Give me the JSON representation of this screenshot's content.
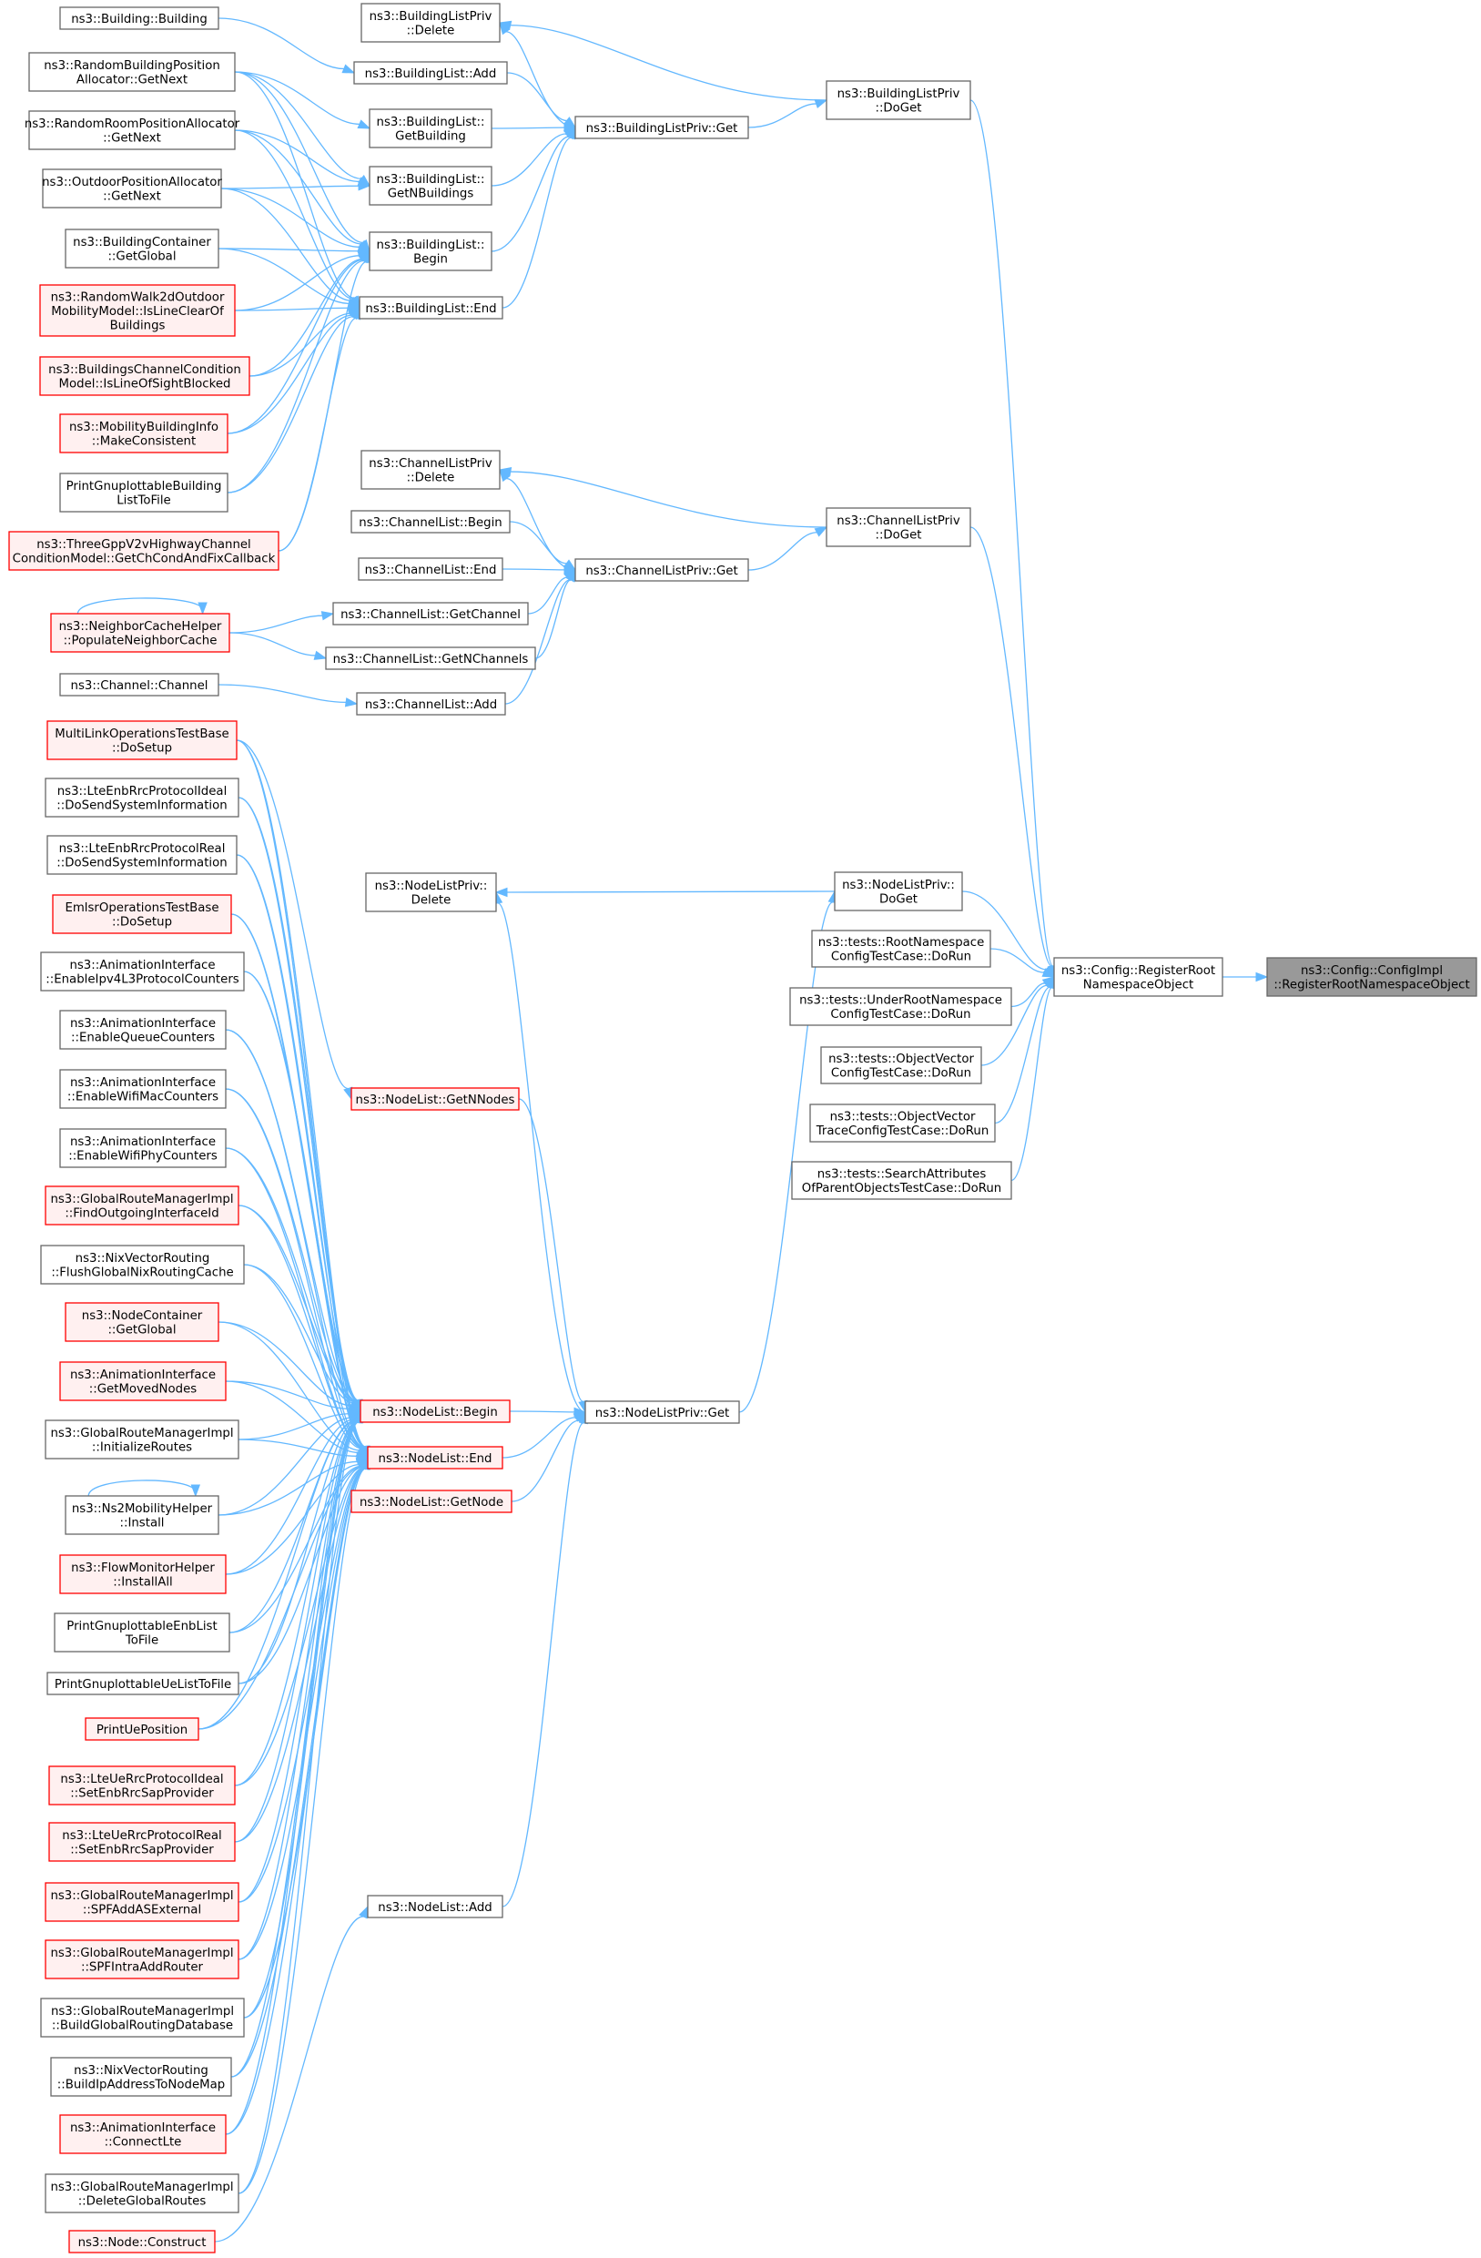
{
  "colors": {
    "edge": "#63b8ff",
    "default_fill": "#ffffff",
    "default_stroke": "#666666",
    "truncated_fill": "#fff0f0",
    "truncated_stroke": "#ff0000",
    "root_fill": "#999999",
    "root_stroke": "#666666"
  },
  "nodes": [
    {
      "id": "cfgimpl",
      "lines": [
        "ns3::Config::ConfigImpl",
        "::RegisterRootNamespaceObject"
      ],
      "style": "root"
    },
    {
      "id": "regroot",
      "lines": [
        "ns3::Config::RegisterRoot",
        "NamespaceObject"
      ],
      "style": "default"
    },
    {
      "id": "blpdoget",
      "lines": [
        "ns3::BuildingListPriv",
        "::DoGet"
      ],
      "style": "default"
    },
    {
      "id": "clpdoget",
      "lines": [
        "ns3::ChannelListPriv",
        "::DoGet"
      ],
      "style": "default"
    },
    {
      "id": "nlpdoget",
      "lines": [
        "ns3::NodeListPriv::",
        "DoGet"
      ],
      "style": "default"
    },
    {
      "id": "t1",
      "lines": [
        "ns3::tests::RootNamespace",
        "ConfigTestCase::DoRun"
      ],
      "style": "default"
    },
    {
      "id": "t2",
      "lines": [
        "ns3::tests::UnderRootNamespace",
        "ConfigTestCase::DoRun"
      ],
      "style": "default"
    },
    {
      "id": "t3",
      "lines": [
        "ns3::tests::ObjectVector",
        "ConfigTestCase::DoRun"
      ],
      "style": "default"
    },
    {
      "id": "t4",
      "lines": [
        "ns3::tests::ObjectVector",
        "TraceConfigTestCase::DoRun"
      ],
      "style": "default"
    },
    {
      "id": "t5",
      "lines": [
        "ns3::tests::SearchAttributes",
        "OfParentObjectsTestCase::DoRun"
      ],
      "style": "default"
    },
    {
      "id": "blpdelete",
      "lines": [
        "ns3::BuildingListPriv",
        "::Delete"
      ],
      "style": "default"
    },
    {
      "id": "blpget",
      "lines": [
        "ns3::BuildingListPriv::Get"
      ],
      "style": "default"
    },
    {
      "id": "bladd",
      "lines": [
        "ns3::BuildingList::Add"
      ],
      "style": "default"
    },
    {
      "id": "blgetbuilding",
      "lines": [
        "ns3::BuildingList::",
        "GetBuilding"
      ],
      "style": "default"
    },
    {
      "id": "blgetn",
      "lines": [
        "ns3::BuildingList::",
        "GetNBuildings"
      ],
      "style": "default"
    },
    {
      "id": "blbegin",
      "lines": [
        "ns3::BuildingList::",
        "Begin"
      ],
      "style": "default"
    },
    {
      "id": "blend",
      "lines": [
        "ns3::BuildingList::End"
      ],
      "style": "default"
    },
    {
      "id": "building",
      "lines": [
        "ns3::Building::Building"
      ],
      "style": "default"
    },
    {
      "id": "rbpa",
      "lines": [
        "ns3::RandomBuildingPosition",
        "Allocator::GetNext"
      ],
      "style": "default"
    },
    {
      "id": "rrpa",
      "lines": [
        "ns3::RandomRoomPositionAllocator",
        "::GetNext"
      ],
      "style": "default"
    },
    {
      "id": "opa",
      "lines": [
        "ns3::OutdoorPositionAllocator",
        "::GetNext"
      ],
      "style": "default"
    },
    {
      "id": "bcgg",
      "lines": [
        "ns3::BuildingContainer",
        "::GetGlobal"
      ],
      "style": "default"
    },
    {
      "id": "rw2d",
      "lines": [
        "ns3::RandomWalk2dOutdoor",
        "MobilityModel::IsLineClearOf",
        "Buildings"
      ],
      "style": "truncated"
    },
    {
      "id": "bccm",
      "lines": [
        "ns3::BuildingsChannelCondition",
        "Model::IsLineOfSightBlocked"
      ],
      "style": "truncated"
    },
    {
      "id": "mbi",
      "lines": [
        "ns3::MobilityBuildingInfo",
        "::MakeConsistent"
      ],
      "style": "truncated"
    },
    {
      "id": "pgbl",
      "lines": [
        "PrintGnuplottableBuilding",
        "ListToFile"
      ],
      "style": "default"
    },
    {
      "id": "tgpp",
      "lines": [
        "ns3::ThreeGppV2vHighwayChannel",
        "ConditionModel::GetChCondAndFixCallback"
      ],
      "style": "truncated"
    },
    {
      "id": "clpdelete",
      "lines": [
        "ns3::ChannelListPriv",
        "::Delete"
      ],
      "style": "default"
    },
    {
      "id": "clpget",
      "lines": [
        "ns3::ChannelListPriv::Get"
      ],
      "style": "default"
    },
    {
      "id": "clbegin",
      "lines": [
        "ns3::ChannelList::Begin"
      ],
      "style": "default"
    },
    {
      "id": "clend",
      "lines": [
        "ns3::ChannelList::End"
      ],
      "style": "default"
    },
    {
      "id": "clgetch",
      "lines": [
        "ns3::ChannelList::GetChannel"
      ],
      "style": "default"
    },
    {
      "id": "clgetn",
      "lines": [
        "ns3::ChannelList::GetNChannels"
      ],
      "style": "default"
    },
    {
      "id": "cladd",
      "lines": [
        "ns3::ChannelList::Add"
      ],
      "style": "default"
    },
    {
      "id": "nch",
      "lines": [
        "ns3::NeighborCacheHelper",
        "::PopulateNeighborCache"
      ],
      "style": "truncated"
    },
    {
      "id": "chan",
      "lines": [
        "ns3::Channel::Channel"
      ],
      "style": "default"
    },
    {
      "id": "nlpdelete",
      "lines": [
        "ns3::NodeListPriv::",
        "Delete"
      ],
      "style": "default"
    },
    {
      "id": "nlgetn",
      "lines": [
        "ns3::NodeList::GetNNodes"
      ],
      "style": "truncated"
    },
    {
      "id": "nlbegin",
      "lines": [
        "ns3::NodeList::Begin"
      ],
      "style": "truncated"
    },
    {
      "id": "nlend",
      "lines": [
        "ns3::NodeList::End"
      ],
      "style": "truncated"
    },
    {
      "id": "nlgetnode",
      "lines": [
        "ns3::NodeList::GetNode"
      ],
      "style": "truncated"
    },
    {
      "id": "nlpget",
      "lines": [
        "ns3::NodeListPriv::Get"
      ],
      "style": "default"
    },
    {
      "id": "nladd",
      "lines": [
        "ns3::NodeList::Add"
      ],
      "style": "default"
    },
    {
      "id": "mlo",
      "lines": [
        "MultiLinkOperationsTestBase",
        "::DoSetup"
      ],
      "style": "truncated"
    },
    {
      "id": "lteideal",
      "lines": [
        "ns3::LteEnbRrcProtocolIdeal",
        "::DoSendSystemInformation"
      ],
      "style": "default"
    },
    {
      "id": "ltereal",
      "lines": [
        "ns3::LteEnbRrcProtocolReal",
        "::DoSendSystemInformation"
      ],
      "style": "default"
    },
    {
      "id": "emlsr",
      "lines": [
        "EmlsrOperationsTestBase",
        "::DoSetup"
      ],
      "style": "truncated"
    },
    {
      "id": "ai1",
      "lines": [
        "ns3::AnimationInterface",
        "::EnableIpv4L3ProtocolCounters"
      ],
      "style": "default"
    },
    {
      "id": "ai2",
      "lines": [
        "ns3::AnimationInterface",
        "::EnableQueueCounters"
      ],
      "style": "default"
    },
    {
      "id": "ai3",
      "lines": [
        "ns3::AnimationInterface",
        "::EnableWifiMacCounters"
      ],
      "style": "default"
    },
    {
      "id": "ai4",
      "lines": [
        "ns3::AnimationInterface",
        "::EnableWifiPhyCounters"
      ],
      "style": "default"
    },
    {
      "id": "grm1",
      "lines": [
        "ns3::GlobalRouteManagerImpl",
        "::FindOutgoingInterfaceId"
      ],
      "style": "truncated"
    },
    {
      "id": "nix1",
      "lines": [
        "ns3::NixVectorRouting",
        "::FlushGlobalNixRoutingCache"
      ],
      "style": "default"
    },
    {
      "id": "ncgg",
      "lines": [
        "ns3::NodeContainer",
        "::GetGlobal"
      ],
      "style": "truncated"
    },
    {
      "id": "ai5",
      "lines": [
        "ns3::AnimationInterface",
        "::GetMovedNodes"
      ],
      "style": "truncated"
    },
    {
      "id": "grm2",
      "lines": [
        "ns3::GlobalRouteManagerImpl",
        "::InitializeRoutes"
      ],
      "style": "default"
    },
    {
      "id": "ns2",
      "lines": [
        "ns3::Ns2MobilityHelper",
        "::Install"
      ],
      "style": "default"
    },
    {
      "id": "fmh",
      "lines": [
        "ns3::FlowMonitorHelper",
        "::InstallAll"
      ],
      "style": "truncated"
    },
    {
      "id": "pgenb",
      "lines": [
        "PrintGnuplottableEnbList",
        "ToFile"
      ],
      "style": "default"
    },
    {
      "id": "pgue",
      "lines": [
        "PrintGnuplottableUeListToFile"
      ],
      "style": "default"
    },
    {
      "id": "pue",
      "lines": [
        "PrintUePosition"
      ],
      "style": "truncated"
    },
    {
      "id": "lteue1",
      "lines": [
        "ns3::LteUeRrcProtocolIdeal",
        "::SetEnbRrcSapProvider"
      ],
      "style": "truncated"
    },
    {
      "id": "lteue2",
      "lines": [
        "ns3::LteUeRrcProtocolReal",
        "::SetEnbRrcSapProvider"
      ],
      "style": "truncated"
    },
    {
      "id": "grm3",
      "lines": [
        "ns3::GlobalRouteManagerImpl",
        "::SPFAddASExternal"
      ],
      "style": "truncated"
    },
    {
      "id": "grm4",
      "lines": [
        "ns3::GlobalRouteManagerImpl",
        "::SPFIntraAddRouter"
      ],
      "style": "truncated"
    },
    {
      "id": "grm5",
      "lines": [
        "ns3::GlobalRouteManagerImpl",
        "::BuildGlobalRoutingDatabase"
      ],
      "style": "default"
    },
    {
      "id": "nix2",
      "lines": [
        "ns3::NixVectorRouting",
        "::BuildIpAddressToNodeMap"
      ],
      "style": "default"
    },
    {
      "id": "ai6",
      "lines": [
        "ns3::AnimationInterface",
        "::ConnectLte"
      ],
      "style": "truncated"
    },
    {
      "id": "grm6",
      "lines": [
        "ns3::GlobalRouteManagerImpl",
        "::DeleteGlobalRoutes"
      ],
      "style": "default"
    },
    {
      "id": "nodec",
      "lines": [
        "ns3::Node::Construct"
      ],
      "style": "truncated"
    }
  ],
  "edges": [
    [
      "regroot",
      "cfgimpl"
    ],
    [
      "blpdoget",
      "regroot"
    ],
    [
      "clpdoget",
      "regroot"
    ],
    [
      "nlpdoget",
      "regroot"
    ],
    [
      "t1",
      "regroot"
    ],
    [
      "t2",
      "regroot"
    ],
    [
      "t3",
      "regroot"
    ],
    [
      "t4",
      "regroot"
    ],
    [
      "t5",
      "regroot"
    ],
    [
      "blpdoget",
      "blpdelete"
    ],
    [
      "blpget",
      "blpdoget"
    ],
    [
      "blpget",
      "blpdelete"
    ],
    [
      "bladd",
      "blpget"
    ],
    [
      "blgetbuilding",
      "blpget"
    ],
    [
      "blgetn",
      "blpget"
    ],
    [
      "blbegin",
      "blpget"
    ],
    [
      "blend",
      "blpget"
    ],
    [
      "building",
      "bladd"
    ],
    [
      "rbpa",
      "blgetbuilding"
    ],
    [
      "rbpa",
      "blgetn"
    ],
    [
      "rbpa",
      "blbegin"
    ],
    [
      "rbpa",
      "blend"
    ],
    [
      "rrpa",
      "blgetn"
    ],
    [
      "rrpa",
      "blbegin"
    ],
    [
      "rrpa",
      "blend"
    ],
    [
      "opa",
      "blgetn"
    ],
    [
      "opa",
      "blbegin"
    ],
    [
      "opa",
      "blend"
    ],
    [
      "bcgg",
      "blbegin"
    ],
    [
      "bcgg",
      "blend"
    ],
    [
      "rw2d",
      "blbegin"
    ],
    [
      "rw2d",
      "blend"
    ],
    [
      "bccm",
      "blbegin"
    ],
    [
      "bccm",
      "blend"
    ],
    [
      "mbi",
      "blbegin"
    ],
    [
      "mbi",
      "blend"
    ],
    [
      "pgbl",
      "blbegin"
    ],
    [
      "pgbl",
      "blend"
    ],
    [
      "tgpp",
      "blbegin"
    ],
    [
      "tgpp",
      "blend"
    ],
    [
      "clpdoget",
      "clpdelete"
    ],
    [
      "clpget",
      "clpdoget"
    ],
    [
      "clpget",
      "clpdelete"
    ],
    [
      "clbegin",
      "clpget"
    ],
    [
      "clend",
      "clpget"
    ],
    [
      "clgetch",
      "clpget"
    ],
    [
      "clgetn",
      "clpget"
    ],
    [
      "cladd",
      "clpget"
    ],
    [
      "nch",
      "clgetch"
    ],
    [
      "nch",
      "clgetn"
    ],
    [
      "nch",
      "nch"
    ],
    [
      "chan",
      "cladd"
    ],
    [
      "nlpdoget",
      "nlpdelete"
    ],
    [
      "nlpget",
      "nlpdoget"
    ],
    [
      "nlpget",
      "nlpdelete"
    ],
    [
      "nlgetn",
      "nlpget"
    ],
    [
      "nlbegin",
      "nlpget"
    ],
    [
      "nlend",
      "nlpget"
    ],
    [
      "nlgetnode",
      "nlpget"
    ],
    [
      "nladd",
      "nlpget"
    ],
    [
      "mlo",
      "nlgetn"
    ],
    [
      "mlo",
      "nlbegin"
    ],
    [
      "mlo",
      "nlend"
    ],
    [
      "lteideal",
      "nlbegin"
    ],
    [
      "lteideal",
      "nlend"
    ],
    [
      "ltereal",
      "nlbegin"
    ],
    [
      "ltereal",
      "nlend"
    ],
    [
      "emlsr",
      "nlbegin"
    ],
    [
      "emlsr",
      "nlend"
    ],
    [
      "ai1",
      "nlbegin"
    ],
    [
      "ai1",
      "nlend"
    ],
    [
      "ai2",
      "nlbegin"
    ],
    [
      "ai2",
      "nlend"
    ],
    [
      "ai3",
      "nlbegin"
    ],
    [
      "ai3",
      "nlend"
    ],
    [
      "ai4",
      "nlbegin"
    ],
    [
      "ai4",
      "nlend"
    ],
    [
      "grm1",
      "nlbegin"
    ],
    [
      "grm1",
      "nlend"
    ],
    [
      "nix1",
      "nlbegin"
    ],
    [
      "nix1",
      "nlend"
    ],
    [
      "ncgg",
      "nlbegin"
    ],
    [
      "ncgg",
      "nlend"
    ],
    [
      "ai5",
      "nlbegin"
    ],
    [
      "ai5",
      "nlend"
    ],
    [
      "grm2",
      "nlbegin"
    ],
    [
      "grm2",
      "nlend"
    ],
    [
      "ns2",
      "nlbegin"
    ],
    [
      "ns2",
      "nlend"
    ],
    [
      "ns2",
      "ns2"
    ],
    [
      "fmh",
      "nlbegin"
    ],
    [
      "fmh",
      "nlend"
    ],
    [
      "pgenb",
      "nlbegin"
    ],
    [
      "pgenb",
      "nlend"
    ],
    [
      "pgue",
      "nlbegin"
    ],
    [
      "pgue",
      "nlend"
    ],
    [
      "pue",
      "nlbegin"
    ],
    [
      "pue",
      "nlend"
    ],
    [
      "lteue1",
      "nlbegin"
    ],
    [
      "lteue1",
      "nlend"
    ],
    [
      "lteue2",
      "nlbegin"
    ],
    [
      "lteue2",
      "nlend"
    ],
    [
      "grm3",
      "nlbegin"
    ],
    [
      "grm3",
      "nlend"
    ],
    [
      "grm4",
      "nlbegin"
    ],
    [
      "grm4",
      "nlend"
    ],
    [
      "grm5",
      "nlbegin"
    ],
    [
      "grm5",
      "nlend"
    ],
    [
      "nix2",
      "nlbegin"
    ],
    [
      "nix2",
      "nlend"
    ],
    [
      "ai6",
      "nlbegin"
    ],
    [
      "ai6",
      "nlend"
    ],
    [
      "grm6",
      "nlbegin"
    ],
    [
      "grm6",
      "nlend"
    ],
    [
      "nodec",
      "nladd"
    ]
  ]
}
